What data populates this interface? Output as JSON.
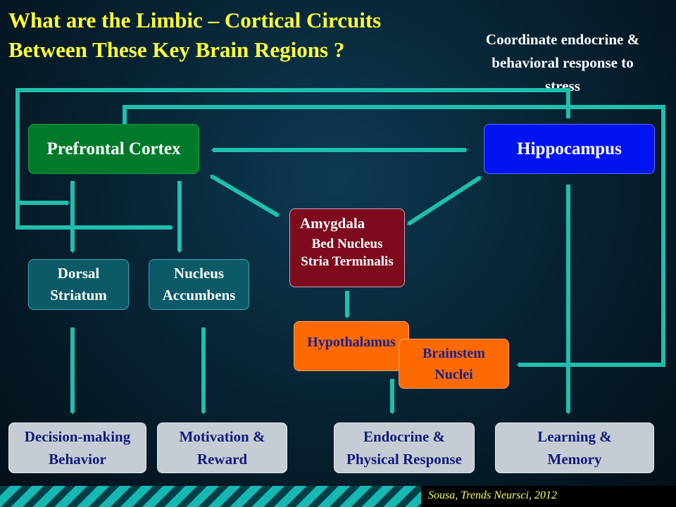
{
  "title": {
    "line1": "What are the Limbic – Cortical Circuits",
    "line2": "Between These Key Brain Regions ?"
  },
  "annotation": {
    "line1": "Coordinate endocrine &",
    "line2": "behavioral response to",
    "line3": "stress"
  },
  "regions": {
    "prefrontal": "Prefrontal Cortex",
    "hippocampus": "Hippocampus",
    "amygdala": "Amygdala",
    "bed_nucleus_line1": "Bed Nucleus",
    "bed_nucleus_line2": "Stria Terminalis",
    "dorsal_striatum_line1": "Dorsal",
    "dorsal_striatum_line2": "Striatum",
    "accumbens_line1": "Nucleus",
    "accumbens_line2": "Accumbens",
    "hypothalamus": "Hypothalamus",
    "brainstem_line1": "Brainstem",
    "brainstem_line2": "Nuclei"
  },
  "outcomes": {
    "decision_line1": "Decision-making",
    "decision_line2": "Behavior",
    "motivation_line1": "Motivation &",
    "motivation_line2": "Reward",
    "endocrine_line1": "Endocrine &",
    "endocrine_line2": "Physical Response",
    "learning_line1": "Learning &",
    "learning_line2": "Memory"
  },
  "citation": "Sousa, Trends Neursci, 2012",
  "colors": {
    "connector": "#1fbfae",
    "title": "#ffff33",
    "prefrontal": "#007a2a",
    "hippocampus": "#0014f0",
    "amygdala": "#7e0a1e",
    "striatal": "#0c5a68",
    "hypothalamic": "#ff6a00",
    "outcome": "#c6ccd4"
  }
}
